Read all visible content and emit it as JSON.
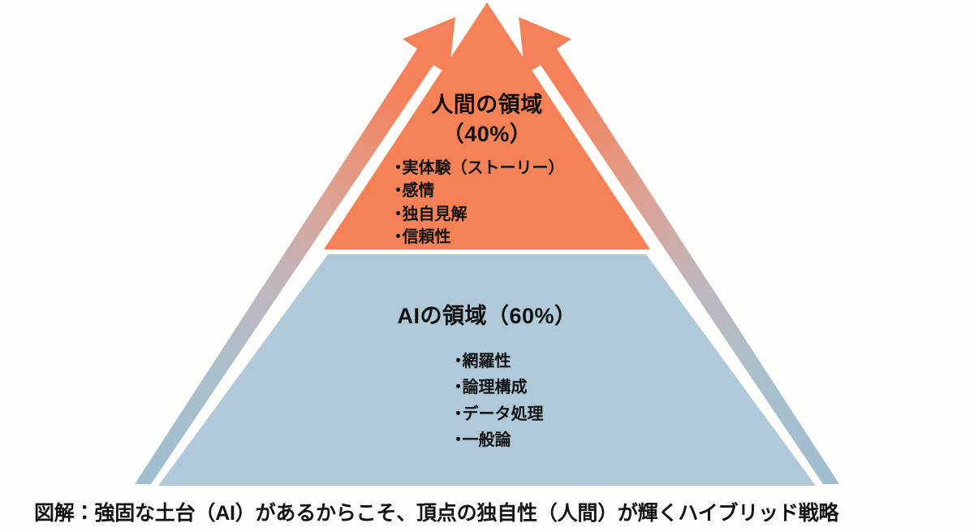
{
  "diagram": {
    "title_caption": "図解：強固な土台（AI）があるからこそ、頂点の独自性（人間）が輝くハイブリッド戦略",
    "background_color": "#fdfdfc",
    "layers": [
      {
        "id": "human",
        "heading": "人間の領域\n（40%）",
        "heading_plain": "人間の領域（40%）",
        "percent": "40%",
        "fill_color": "#F58256",
        "bullets": [
          "実体験（ストーリー）",
          "感情",
          "独自見解",
          "信頼性"
        ]
      },
      {
        "id": "ai",
        "heading": "AIの領域（60%）",
        "percent": "60%",
        "fill_color": "#AFC9D8",
        "bullets": [
          "網羅性",
          "論理構成",
          "データ処理",
          "一般論"
        ]
      }
    ],
    "bullet_glyph": "・",
    "arrows": {
      "name": "upward-growth-arrows",
      "count": "2",
      "gradient_from": "#9FBDCE",
      "gradient_to": "#F4815A",
      "direction": "up"
    }
  }
}
